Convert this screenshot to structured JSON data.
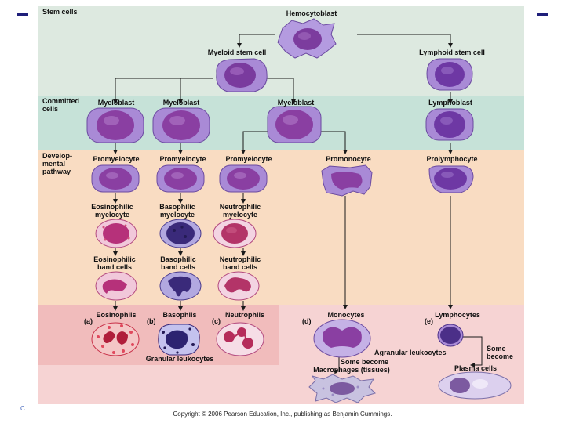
{
  "bands": {
    "stem": {
      "label": "Stem cells",
      "color": "#dde9e0"
    },
    "committed": {
      "label_lines": [
        "Committed",
        "cells"
      ],
      "color": "#c6e2d8"
    },
    "developmental": {
      "label_lines": [
        "Develop-",
        "mental",
        "pathway"
      ],
      "color": "#f9dcc2"
    },
    "granular": {
      "color": "#f1bcbc"
    },
    "mature": {
      "color": "#f6d3d3"
    }
  },
  "labels": {
    "hemocytoblast": "Hemocytoblast",
    "myeloid_stem_cell": "Myeloid stem cell",
    "lymphoid_stem_cell": "Lymphoid stem cell",
    "myeloblast_1": "Myeloblast",
    "myeloblast_2": "Myeloblast",
    "myeloblast_3": "Myeloblast",
    "lymphoblast": "Lymphoblast",
    "promyelocyte_1": "Promyelocyte",
    "promyelocyte_2": "Promyelocyte",
    "promyelocyte_3": "Promyelocyte",
    "promonocyte": "Promonocyte",
    "prolymphocyte": "Prolymphocyte",
    "eosinophilic_myelocyte": [
      "Eosinophilic",
      "myelocyte"
    ],
    "basophilic_myelocyte": [
      "Basophilic",
      "myelocyte"
    ],
    "neutrophilic_myelocyte": [
      "Neutrophilic",
      "myelocyte"
    ],
    "eosinophilic_band": [
      "Eosinophilic",
      "band cells"
    ],
    "basophilic_band": [
      "Basophilic",
      "band cells"
    ],
    "neutrophilic_band": [
      "Neutrophilic",
      "band cells"
    ],
    "eosinophils": "Eosinophils",
    "basophils": "Basophils",
    "neutrophils": "Neutrophils",
    "monocytes": "Monocytes",
    "lymphocytes": "Lymphocytes",
    "letter_a": "(a)",
    "letter_b": "(b)",
    "letter_c": "(c)",
    "letter_d": "(d)",
    "letter_e": "(e)",
    "granular_leukocytes": "Granular leukocytes",
    "agranular_leukocytes": "Agranular leukocytes",
    "some_become_1": [
      "Some become"
    ],
    "macrophages": "Macrophages (tissues)",
    "some_become_2": [
      "Some",
      "become"
    ],
    "plasma_cells": "Plasma cells"
  },
  "copyright": "Copyright © 2006 Pearson Education, Inc., publishing as Benjamin Cummings.",
  "corner_text": "C",
  "colors": {
    "accent_dash": "#1f1f7a",
    "precursor_cell": "#a98ad6",
    "precursor_nucleus": "#7a3b9e",
    "eosin_cell": "#f1c8da",
    "eosin_nucleus": "#b6317a",
    "baso_nucleus": "#3a2a7a",
    "neutro_cell": "#f3d4e2",
    "neutro_nucleus": "#b33468",
    "arrow": "#1a1a1a"
  }
}
